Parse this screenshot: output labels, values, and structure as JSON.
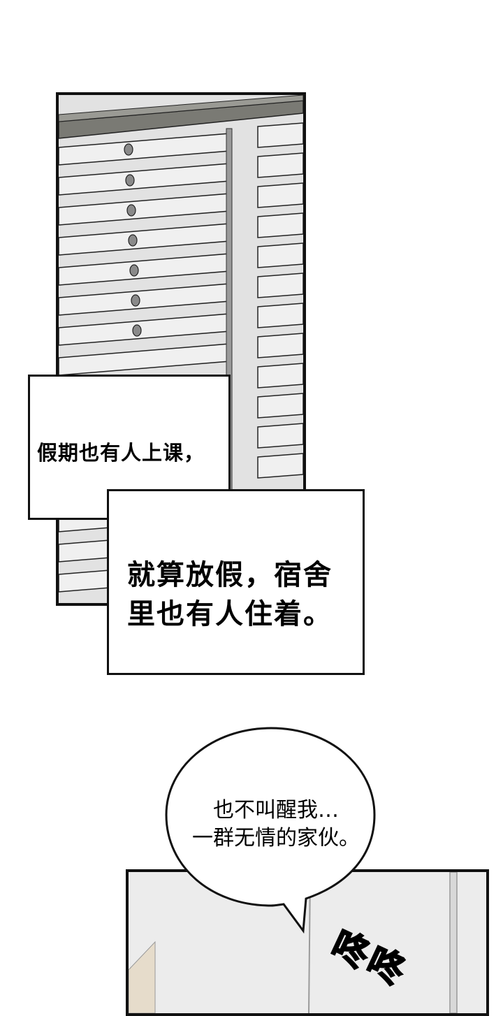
{
  "panels": [
    {
      "id": "blinds",
      "scene": "window venetian blinds"
    },
    {
      "id": "door",
      "scene": "dorm door"
    }
  ],
  "captions": {
    "caption_1": "假期也有人上课，",
    "caption_2_line1": "就算放假，宿舍",
    "caption_2_line2": "里也有人住着。"
  },
  "speech_bubble": {
    "line1": "也不叫醒我…",
    "line2": "一群无情的家伙。"
  },
  "sound_effect": "咚咚"
}
